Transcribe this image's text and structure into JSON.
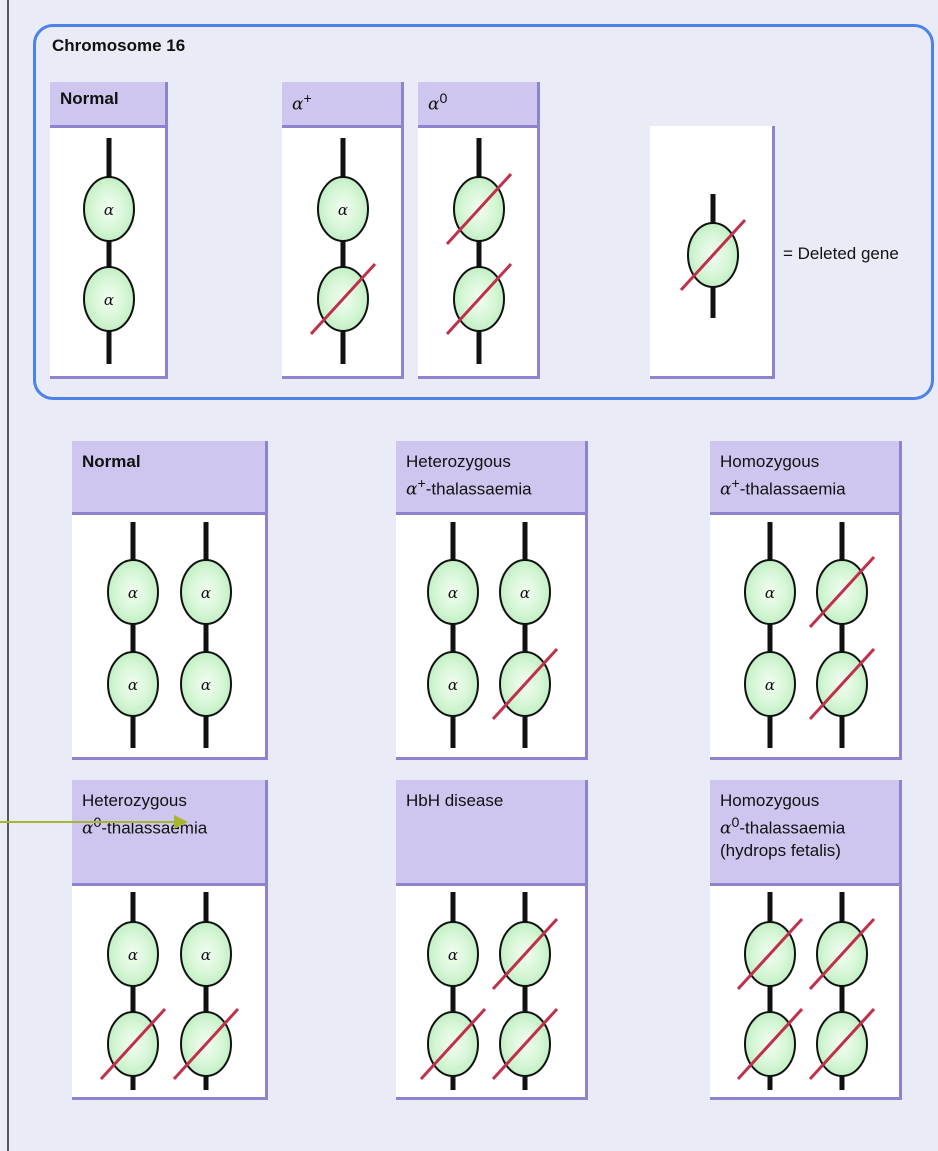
{
  "group_title": "Chromosome 16",
  "alpha_symbol": "α",
  "legend": {
    "label": "= Deleted gene"
  },
  "colors": {
    "gene_fill": "#c8f2c8",
    "gene_fill_center": "#eafbea",
    "deletion_line": "#c0304a",
    "strand": "#111111",
    "header_bg": "#cfc6ef",
    "panel_border": "#8f83cf",
    "group_border": "#4d82e6",
    "arrow": "#a8b531"
  },
  "single_panels": [
    {
      "id": "normal",
      "label_parts": [
        [
          "Normal",
          ""
        ]
      ],
      "genes": [
        true,
        true
      ]
    },
    {
      "id": "a-plus",
      "label_parts": [
        [
          "α",
          "+"
        ]
      ],
      "genes": [
        true,
        false
      ]
    },
    {
      "id": "a-zero",
      "label_parts": [
        [
          "α",
          "0"
        ]
      ],
      "genes": [
        false,
        false
      ]
    }
  ],
  "conditions": [
    {
      "id": "normal",
      "lines": [
        "Normal"
      ],
      "chromosomes": [
        [
          true,
          true
        ],
        [
          true,
          true
        ]
      ]
    },
    {
      "id": "het-aplus",
      "lines": [
        "Heterozygous",
        "α+-thalassaemia"
      ],
      "chromosomes": [
        [
          true,
          true
        ],
        [
          true,
          false
        ]
      ]
    },
    {
      "id": "hom-aplus",
      "lines": [
        "Homozygous",
        "α+-thalassaemia"
      ],
      "chromosomes": [
        [
          true,
          false
        ],
        [
          true,
          false
        ]
      ]
    },
    {
      "id": "het-azero",
      "lines": [
        "Heterozygous",
        "α0-thalassaemia"
      ],
      "chromosomes": [
        [
          true,
          true
        ],
        [
          false,
          false
        ]
      ]
    },
    {
      "id": "hbh",
      "lines": [
        "HbH disease"
      ],
      "chromosomes": [
        [
          true,
          false
        ],
        [
          false,
          false
        ]
      ]
    },
    {
      "id": "hom-azero",
      "lines": [
        "Homozygous",
        "α0-thalassaemia",
        "(hydrops fetalis)"
      ],
      "chromosomes": [
        [
          false,
          false
        ],
        [
          false,
          false
        ]
      ]
    }
  ]
}
